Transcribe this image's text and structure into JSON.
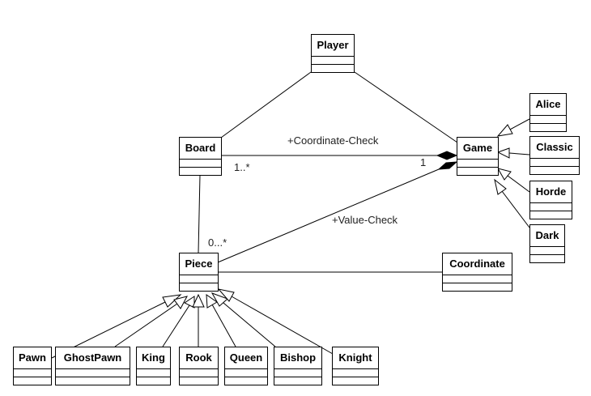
{
  "classes": {
    "player": "Player",
    "board": "Board",
    "game": "Game",
    "piece": "Piece",
    "coordinate": "Coordinate",
    "alice": "Alice",
    "classic": "Classic",
    "horde": "Horde",
    "dark": "Dark",
    "pawn": "Pawn",
    "ghostpawn": "GhostPawn",
    "king": "King",
    "rook": "Rook",
    "queen": "Queen",
    "bishop": "Bishop",
    "knight": "Knight"
  },
  "labels": {
    "coordinate_check": "+Coordinate-Check",
    "value_check": "+Value-Check",
    "board_mult": "1..*",
    "game_mult": "1",
    "piece_mult": "0...*"
  }
}
